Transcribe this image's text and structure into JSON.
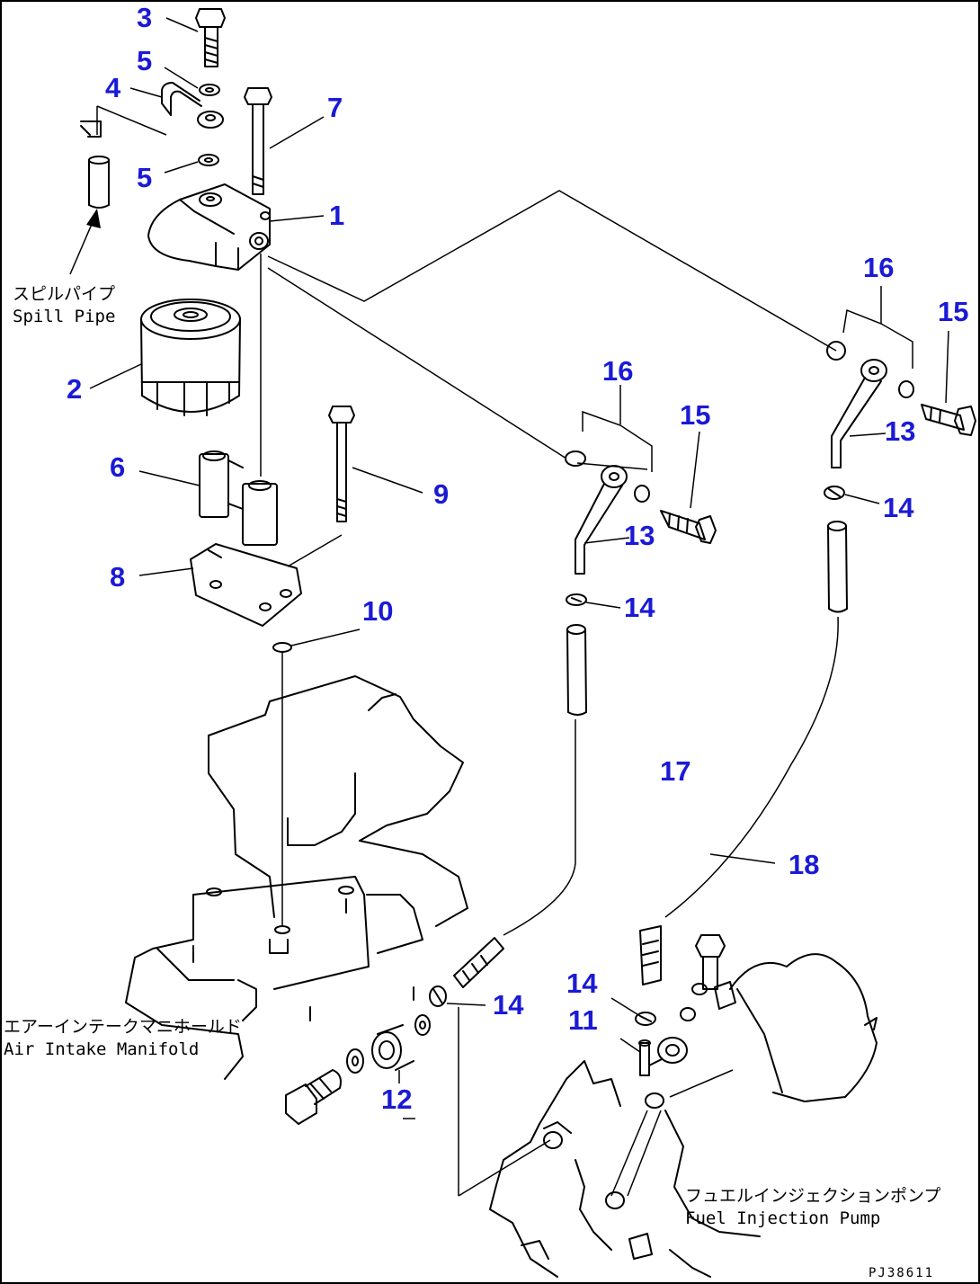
{
  "callouts": {
    "c1": "1",
    "c2": "2",
    "c3": "3",
    "c4": "4",
    "c5a": "5",
    "c5b": "5",
    "c6": "6",
    "c7": "7",
    "c8": "8",
    "c9": "9",
    "c10": "10",
    "c11": "11",
    "c12": "12",
    "c13a": "13",
    "c13b": "13",
    "c14a": "14",
    "c14b": "14",
    "c14c": "14",
    "c14d": "14",
    "c15a": "15",
    "c15b": "15",
    "c16a": "16",
    "c16b": "16",
    "c17": "17",
    "c18": "18"
  },
  "notes": {
    "spill_pipe_jp": "スピルパイプ",
    "spill_pipe_en": "Spill Pipe",
    "manifold_jp": "エアーインテークマニホールド",
    "manifold_en": "Air Intake Manifold",
    "pump_jp": "フュエルインジェクションポンプ",
    "pump_en": "Fuel Injection Pump"
  },
  "drawing_code": "PJ38611",
  "colors": {
    "callout": "#1a1ad6",
    "line": "#000000",
    "background": "#ffffff"
  }
}
